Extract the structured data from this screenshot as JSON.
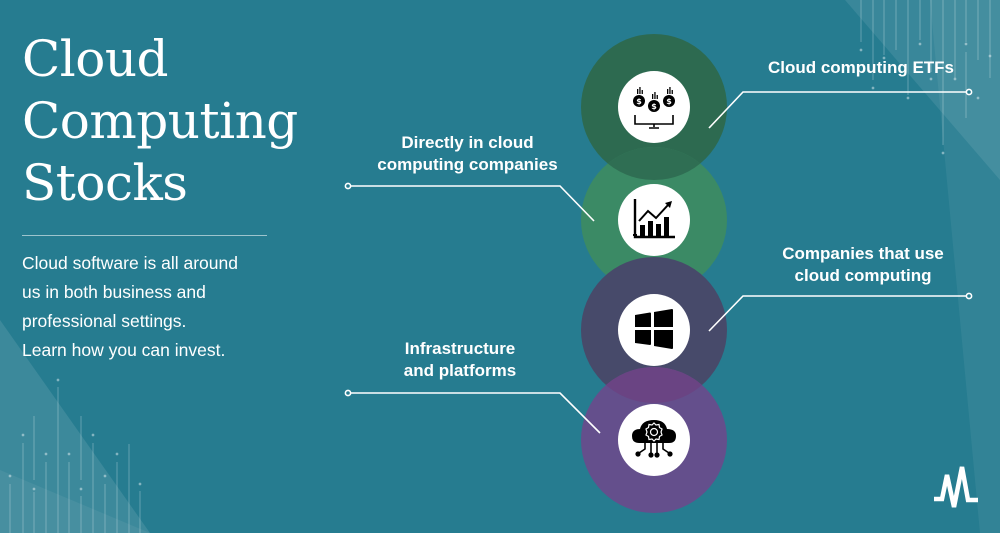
{
  "header": {
    "title_lines": [
      "Cloud",
      "Computing",
      "Stocks"
    ]
  },
  "intro": {
    "lines": [
      "Cloud software is all around",
      "us in both business and",
      "professional settings.",
      "Learn how you can invest."
    ]
  },
  "options": [
    {
      "label_lines": [
        "Cloud computing ETFs"
      ],
      "icon": "money-monitor-icon",
      "color": "#2d6a50"
    },
    {
      "label_lines": [
        "Directly in cloud",
        "computing companies"
      ],
      "icon": "growth-chart-icon",
      "color": "#3c8a63"
    },
    {
      "label_lines": [
        "Companies that use",
        "cloud computing"
      ],
      "icon": "windows-logo-icon",
      "color": "#474a6a"
    },
    {
      "label_lines": [
        "Infrastructure",
        "and platforms"
      ],
      "icon": "cloud-gear-network-icon",
      "color": "#644f8c"
    }
  ],
  "theme": {
    "background": "#267c90",
    "accent_text": "#ffffff"
  },
  "brand": {
    "logo": "pulse-logo-icon"
  }
}
